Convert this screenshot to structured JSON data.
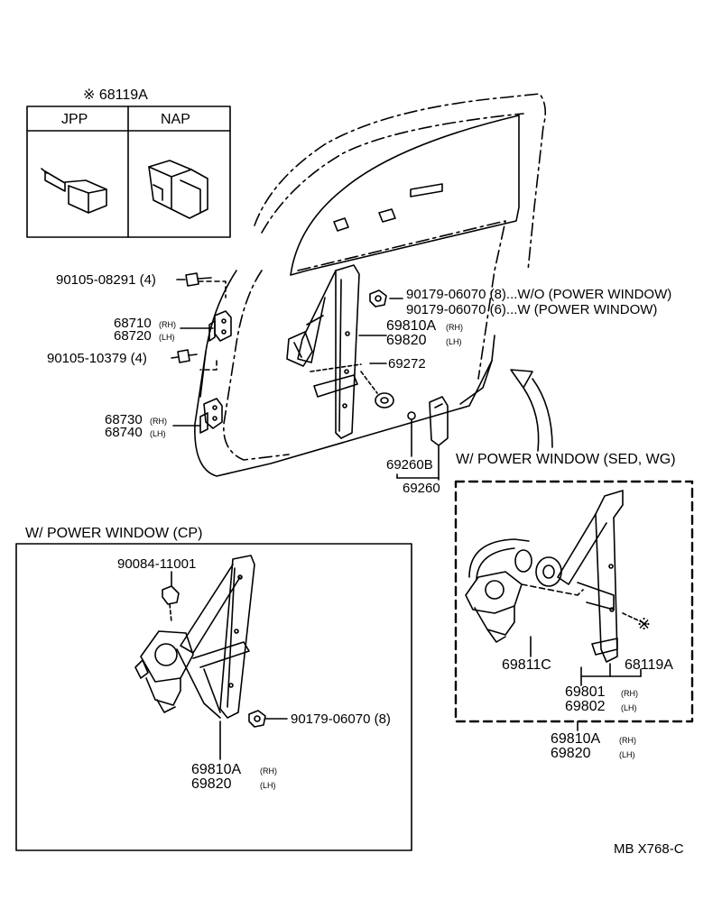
{
  "inset": {
    "title": "※ 68119A",
    "col_left": "JPP",
    "col_right": "NAP"
  },
  "labels": {
    "p90105_08291": "90105-08291 (4)",
    "p68710": "68710",
    "p68720": "68720",
    "p90105_10379": "90105-10379 (4)",
    "p68730": "68730",
    "p68740": "68740",
    "p90179_a": "90179-06070 (8)...W/O (POWER WINDOW)",
    "p90179_b": "90179-06070 (6)...W (POWER WINDOW)",
    "p69810A": "69810A",
    "p69820": "69820",
    "p69272": "69272",
    "p69260B": "69260B",
    "p69260": "69260",
    "rh": "(RH)",
    "lh": "(LH)"
  },
  "section_sed": {
    "title": "W/ POWER WINDOW (SED, WG)",
    "p69811C": "69811C",
    "p68119A": "68119A",
    "asterisk": "※",
    "p69801": "69801",
    "p69802": "69802",
    "p69810A": "69810A",
    "p69820": "69820"
  },
  "section_cp": {
    "title": "W/ POWER WINDOW (CP)",
    "p90084": "90084-11001",
    "p90179": "90179-06070 (8)",
    "p69810A": "69810A",
    "p69820": "69820"
  },
  "footer": {
    "code": "MB  X768-C"
  }
}
